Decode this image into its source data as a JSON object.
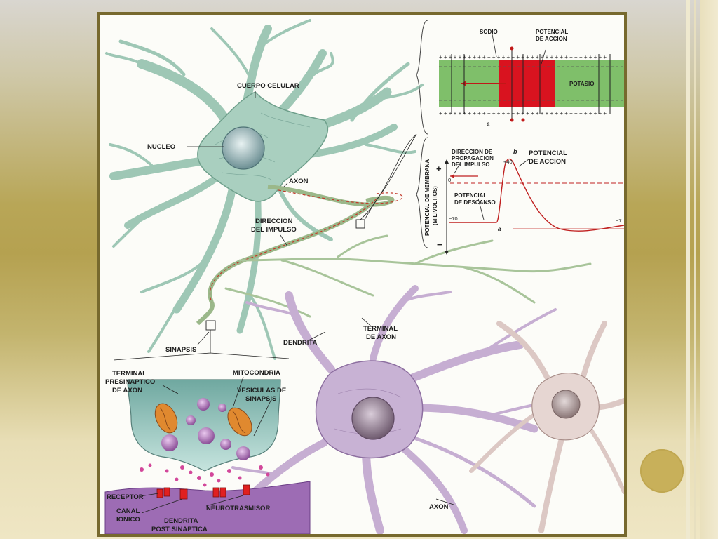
{
  "labels": {
    "cuerpo_celular": "CUERPO CELULAR",
    "nucleo": "NUCLEO",
    "axon_top": "AXON",
    "direccion_impulso": [
      "DIRECCION",
      "DEL IMPULSO"
    ],
    "sinapsis": "SINAPSIS",
    "dendrita": "DENDRITA",
    "terminal_axon": [
      "TERMINAL",
      "DE AXON"
    ],
    "axon_bottom": "AXON",
    "sodio": "SODIO",
    "potencial_accion_top": [
      "POTENCIAL",
      "DE ACCION"
    ],
    "potasio": "POTASIO",
    "marker_a_top": "a",
    "direccion_propagacion": [
      "DIRECCION DE",
      "PROPAGACION",
      "DEL IMPULSO"
    ],
    "marker_b": "b",
    "potencial_accion_graph": [
      "POTENCIAL",
      "DE ACCION"
    ],
    "y_axis": [
      "POTENCIAL DE MEMBRANA",
      "(MILIVOLTIOS)"
    ],
    "plus_sign": "+",
    "minus_sign": "−",
    "tick_40": "+40",
    "tick_0": "0",
    "tick_70": "−70",
    "tick_70_right": "−7",
    "potencial_descanso": [
      "POTENCIAL",
      "DE DESCANSO"
    ],
    "marker_a_graph": "a",
    "terminal_presinaptico": [
      "TERMINAL",
      "PRESINAPTICO",
      "DE AXON"
    ],
    "mitocondria": "MITOCONDRIA",
    "vesiculas": [
      "VESICULAS DE",
      "SINAPSIS"
    ],
    "receptor": "RECEPTOR",
    "canal_ionico": [
      "CANAL",
      "IONICO"
    ],
    "neurotrasmisor": "NEUROTRASMISOR",
    "dendrita_post": [
      "DENDRITA",
      "POST SINAPTICA"
    ]
  },
  "colors": {
    "slide_gold": "#b5a150",
    "frame_border": "#77692e",
    "neuron_green": "#a9cfbf",
    "neuron_purple": "#c8b2d4",
    "membrane_green": "#7fbf6a",
    "action_red": "#d9131f",
    "accent_circle": "#c8b05a"
  }
}
